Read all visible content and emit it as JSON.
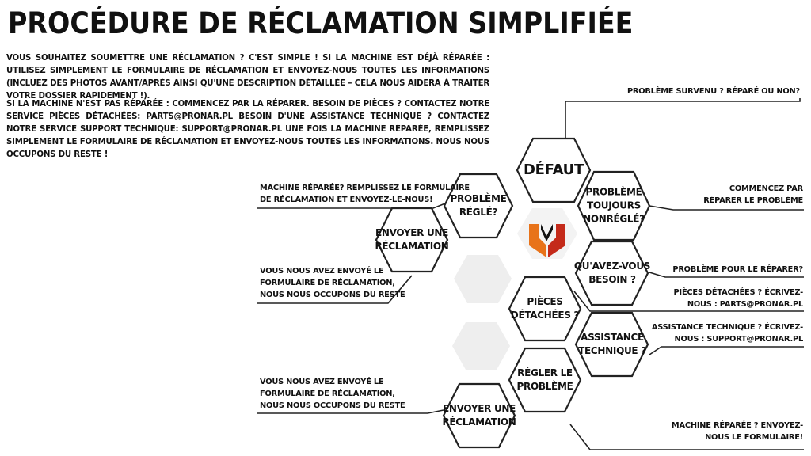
{
  "title": "PROCÉDURE DE RÉCLAMATION SIMPLIFIÉE",
  "intro": {
    "paragraph1": "VOUS SOUHAITEZ SOUMETTRE UNE RÉCLAMATION ? C'EST SIMPLE ! SI LA MACHINE EST DÉJÀ RÉPARÉE : UTILISEZ SIMPLEMENT LE FORMULAIRE DE RÉCLAMATION ET ENVOYEZ-NOUS TOUTES LES INFORMATIONS (INCLUEZ DES PHOTOS AVANT/APRÈS AINSI QU'UNE DESCRIPTION DÉTAILLÉE – CELA NOUS AIDERA À TRAITER VOTRE DOSSIER RAPIDEMENT !).",
    "paragraph2": "SI LA MACHINE N'EST PAS RÉPARÉE : COMMENCEZ PAR LA RÉPARER. BESOIN DE PIÈCES ? CONTACTEZ NOTRE SERVICE PIÈCES DÉTACHÉES: PARTS@PRONAR.PL BESOIN D'UNE ASSISTANCE TECHNIQUE ? CONTACTEZ NOTRE SERVICE SUPPORT TECHNIQUE: SUPPORT@PRONAR.PL UNE FOIS LA MACHINE RÉPARÉE, REMPLISSEZ SIMPLEMENT LE FORMULAIRE DE RÉCLAMATION ET ENVOYEZ-NOUS TOUTES LES INFORMATIONS. NOUS NOUS OCCUPONS DU RESTE !"
  },
  "hexagons": {
    "defaut": "DÉFAUT",
    "probleme_regle": "PROBLÈME\nRÉGLÉ?",
    "probleme_toujours": "PROBLÈME\nTOUJOURS\nNONRÉGLÉ?",
    "envoyer1": "ENVOYER UNE\nRÉCLAMATION",
    "besoin": "QU'AVEZ-VOUS\nBESOIN ?",
    "pieces": "PIÈCES\nDÉTACHÉES ?",
    "assistance": "ASSISTANCE\nTECHNIQUE ?",
    "regler": "RÉGLER LE\nPROBLÈME",
    "envoyer2": "ENVOYER UNE\nRÉCLAMATION"
  },
  "labels": {
    "probleme_survenu": "PROBLÈME SURVENU ? RÉPARÉ OU NON?",
    "machine_reparee_remplissez": "MACHINE RÉPARÉE? REMPLISSEZ LE FORMULAIRE\nDE RÉCLAMATION ET ENVOYEZ-LE-NOUS!",
    "commencez": "COMMENCEZ PAR\nRÉPARER LE PROBLÈME",
    "vous_avez_envoye_1": "VOUS NOUS AVEZ ENVOYÉ LE\nFORMULAIRE DE RÉCLAMATION,\nNOUS NOUS OCCUPONS DU RESTE",
    "probleme_pour_reparer": "PROBLÈME POUR LE RÉPARER?",
    "pieces_ecrivez": "PIÈCES DÉTACHÉES ? ÉCRIVEZ-\nNOUS : PARTS@PRONAR.PL",
    "assistance_ecrivez": "ASSISTANCE TECHNIQUE ? ÉCRIVEZ-\nNOUS : SUPPORT@PRONAR.PL",
    "vous_avez_envoye_2": "VOUS NOUS AVEZ ENVOYÉ LE\nFORMULAIRE DE RÉCLAMATION,\nNOUS NOUS OCCUPONS DU RESTE",
    "machine_reparee_envoyez": "MACHINE RÉPARÉE ? ENVOYEZ-\nNOUS LE FORMULAIRE!"
  },
  "colors": {
    "line": "#222222",
    "hex_fill_shadow": "#eeeeee",
    "logo_orange": "#e8731a",
    "logo_red": "#c42a1a",
    "logo_black": "#111111"
  },
  "icons": {
    "logo": "pronar-logo-icon"
  }
}
